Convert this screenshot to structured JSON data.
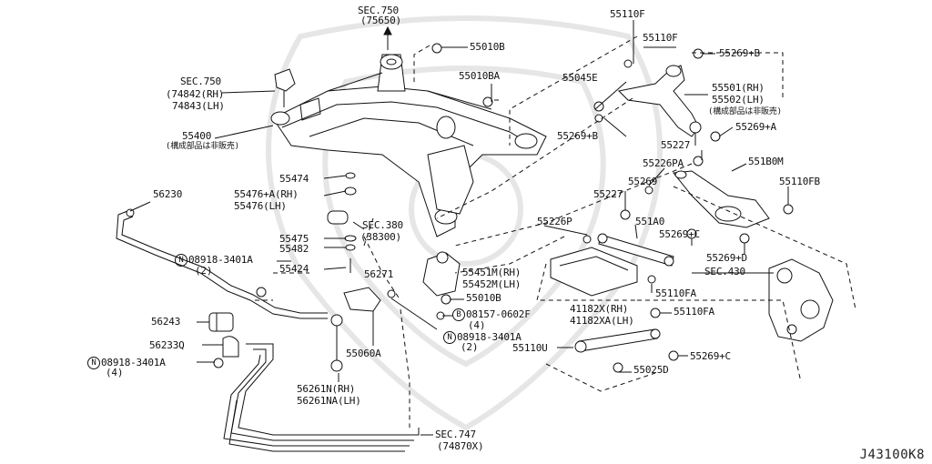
{
  "labels": {
    "sec750_top": "SEC.750",
    "sec750_top_sub": "(75650)",
    "p55010B_top": "55010B",
    "sec750_left": "SEC.750",
    "p74842": "(74842(RH)",
    "p74843": "74843(LH)",
    "p55010BA": "55010BA",
    "p55400": "55400",
    "p55400_note": "(構成部品は非販売)",
    "p55110F_a": "55110F",
    "p55110F_b": "55110F",
    "p55269B_a": "55269+B",
    "p55045E": "55045E",
    "p55501": "55501(RH)",
    "p55502": "55502(LH)",
    "p55501_note": "(構成部品は非販売)",
    "p55269B_b": "55269+B",
    "p55269A": "55269+A",
    "p55227_a": "55227",
    "p55226PA": "55226PA",
    "p551B0M": "551B0M",
    "p55269_mid": "55269",
    "p55110FB": "55110FB",
    "p55227_b": "55227",
    "p55226P": "55226P",
    "p551A0": "551A0",
    "p55269C_a": "55269+C",
    "p55269D": "55269+D",
    "sec430": "SEC.430",
    "p55474": "55474",
    "p55476A": "55476+A(RH)",
    "p55476": "55476(LH)",
    "sec380": "SEC.380",
    "sec380_sub": "(38300)",
    "p55475": "55475",
    "p55482": "55482",
    "p55424": "55424",
    "p56230": "56230",
    "p08918_a": "08918-3401A",
    "p08918_a_qty": "(2)",
    "p56271": "56271",
    "p55451M": "55451M(RH)",
    "p55452M": "55452M(LH)",
    "p55010B_mid": "55010B",
    "p08157": "08157-0602F",
    "p08157_qty": "(4)",
    "p41182X": "41182X(RH)",
    "p41182XA": "41182XA(LH)",
    "p55110FA_a": "55110FA",
    "p55110FA_b": "55110FA",
    "p56243": "56243",
    "p56233Q": "56233Q",
    "p08918_b": "08918-3401A",
    "p08918_b_qty": "(4)",
    "p55060A": "55060A",
    "p08918_c": "08918-3401A",
    "p08918_c_qty": "(2)",
    "p55110U": "55110U",
    "p55269C_b": "55269+C",
    "p55025D": "55025D",
    "p56261N": "56261N(RH)",
    "p56261NA": "56261NA(LH)",
    "sec747": "SEC.747",
    "sec747_sub": "(74870X)"
  },
  "circle_symbols": {
    "n": "N",
    "b": "B"
  },
  "diagram_code": "J43100K8",
  "colors": {
    "highlight": "#aab3ee",
    "highlight_border": "#3a3f9a",
    "ink": "#111111"
  }
}
